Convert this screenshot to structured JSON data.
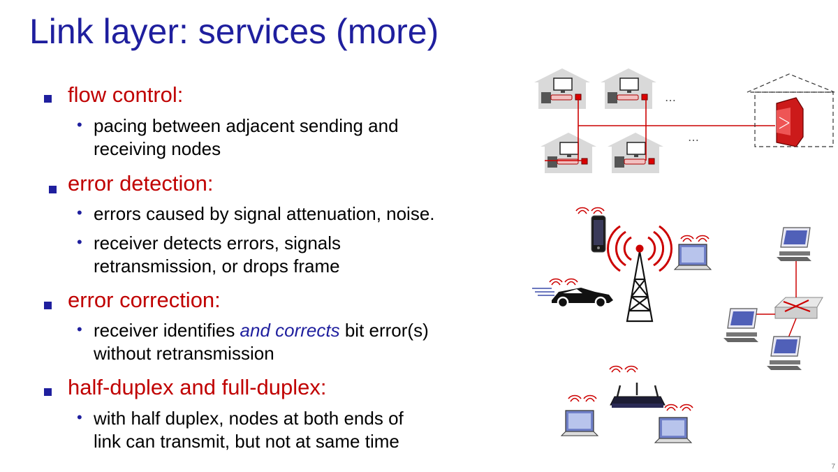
{
  "title": "Link layer: services (more)",
  "sections": [
    {
      "heading": "flow control:",
      "items": [
        {
          "line1": "pacing between adjacent sending and",
          "line2": "receiving nodes"
        }
      ]
    },
    {
      "heading": "error detection:",
      "items": [
        {
          "line1": "errors caused by signal attenuation, noise."
        },
        {
          "line1": "receiver detects errors, signals",
          "line2": "retransmission, or drops frame"
        }
      ]
    },
    {
      "heading": "error correction:",
      "items": [
        {
          "pre": "receiver identifies ",
          "em": "and corrects",
          "post": " bit error(s)",
          "line2": "without retransmission"
        }
      ]
    },
    {
      "heading": "half-duplex and full-duplex:",
      "items": [
        {
          "line1": "with half duplex, nodes at both ends of",
          "line2": "link can transmit, but not at same time"
        }
      ]
    }
  ],
  "diagram": {
    "ellipsis": "…"
  },
  "page_number": "7",
  "colors": {
    "title": "#1f1f9e",
    "heading": "#c00000",
    "link": "#cc0000"
  }
}
